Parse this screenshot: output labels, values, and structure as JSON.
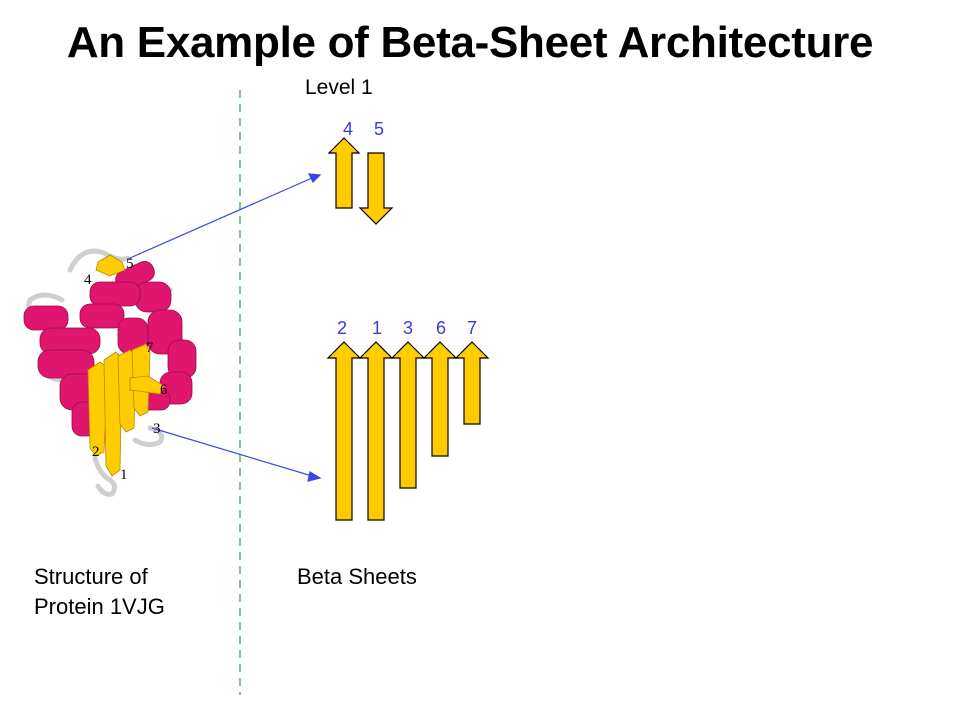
{
  "title": "An Example of Beta-Sheet Architecture",
  "level_label": "Level 1",
  "sheet_top": {
    "labels": [
      "4",
      "5"
    ]
  },
  "sheet_bottom": {
    "labels": [
      "2",
      "1",
      "3",
      "6",
      "7"
    ]
  },
  "protein_labels": [
    "5",
    "4",
    "7",
    "6",
    "3",
    "2",
    "1"
  ],
  "caption_left": {
    "line1": "Structure of",
    "line2": "Protein 1VJG"
  },
  "caption_right": "Beta Sheets",
  "colors": {
    "strand": "#ffcc00",
    "helix": "#e0156e",
    "coil": "#cfcfcf",
    "arrow": "#3a48e0",
    "divider": "#2e9e3a",
    "label": "#3a3adc"
  }
}
